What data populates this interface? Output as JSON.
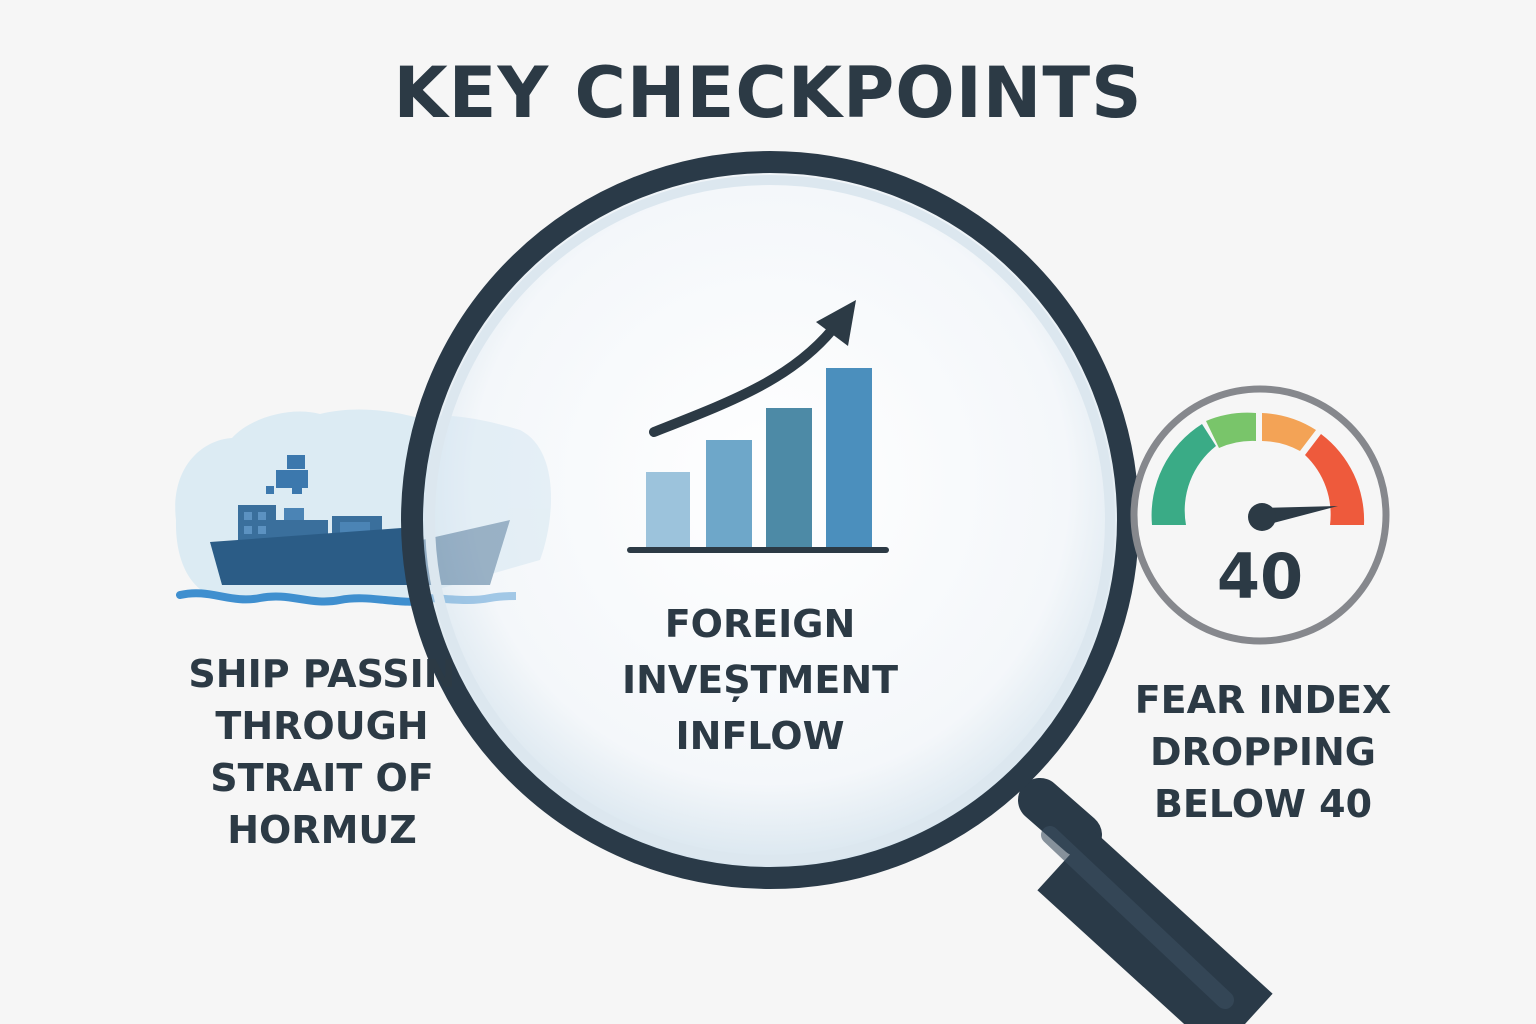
{
  "title": "KEY CHECKPOINTS",
  "checkpoints": {
    "ship": {
      "icon": "cargo-ship-icon",
      "label_lines": [
        "SHIP PASSIN",
        "THROUGH",
        "STRAIT OF",
        "HORMUZ"
      ]
    },
    "investment": {
      "icon": "rising-bar-chart-icon",
      "label_lines": [
        "FOREIGN",
        "INVEȘTMENT",
        "INFLOW"
      ]
    },
    "fear_index": {
      "icon": "gauge-icon",
      "value": "40",
      "label_lines": [
        "FEAR INDEX",
        "DROPPING",
        "BELOW 40"
      ]
    }
  },
  "magnifier_icon": "magnifying-glass-icon",
  "colors": {
    "title": "#2c3a45",
    "magnifier_frame": "#2a3a48",
    "ship_hull": "#2b5c86",
    "water": "#3f8fcf",
    "bars": [
      "#9cc3dc",
      "#6ea7c9",
      "#4d8aa6",
      "#4b8fbd"
    ],
    "gauge_segments": [
      "#3aab86",
      "#79c56a",
      "#f3a356",
      "#ee5a3c"
    ]
  }
}
